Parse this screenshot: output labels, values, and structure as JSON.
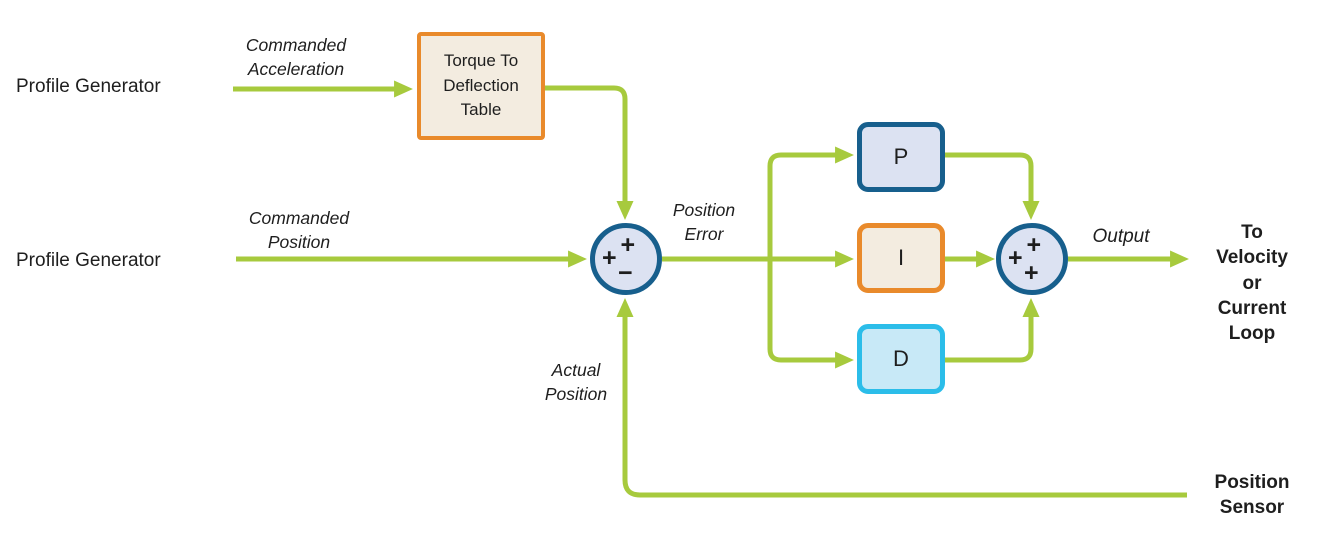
{
  "colors": {
    "line": "#a7ca3d",
    "dark_blue": "#175f8d",
    "blue_fill": "#dce2f2",
    "orange": "#e98a2b",
    "orange_fill": "#f3ece0",
    "cyan": "#2bbde9",
    "cyan_fill": "#c8e9f7",
    "text": "#1e1e1e"
  },
  "sources": {
    "profile_generator_top": "Profile Generator",
    "profile_generator_mid": "Profile Generator"
  },
  "signal_labels": {
    "commanded_acceleration": "Commanded\nAcceleration",
    "commanded_position": "Commanded\nPosition",
    "position_error": "Position\nError",
    "actual_position": "Actual\nPosition",
    "output": "Output"
  },
  "blocks": {
    "torque_table": "Torque To\nDeflection\nTable",
    "p": "P",
    "i": "I",
    "d": "D"
  },
  "summing_junctions": {
    "position_sum": {
      "top": "+",
      "left": "+",
      "bottom": "−"
    },
    "pid_sum": {
      "top": "+",
      "left": "+",
      "bottom": "+"
    }
  },
  "endpoints": {
    "to_velocity_or_current_loop": "To Velocity\nor Current\nLoop",
    "position_sensor": "Position\nSensor"
  }
}
